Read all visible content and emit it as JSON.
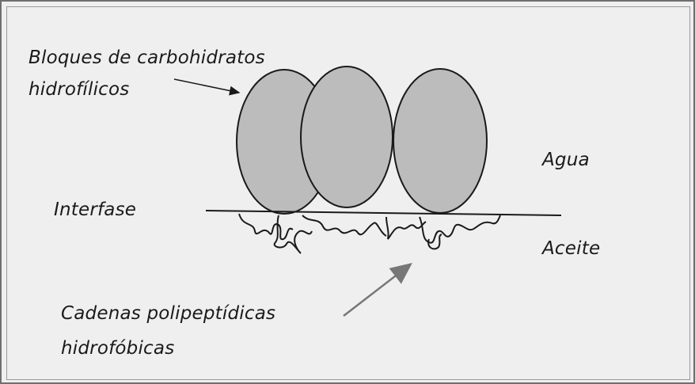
{
  "labels": {
    "carbohydrate_line1": "Bloques de carbohidratos",
    "carbohydrate_line2": "hidrofílicos",
    "water": "Agua",
    "interface": "Interfase",
    "oil": "Aceite",
    "polypeptide_line1": "Cadenas polipeptídicas",
    "polypeptide_line2": "hidrofóbicas"
  },
  "colors": {
    "background": "#efefef",
    "ellipse_fill": "#bcbcbc",
    "stroke": "#1a1a1a",
    "arrow_gray": "#777777"
  }
}
